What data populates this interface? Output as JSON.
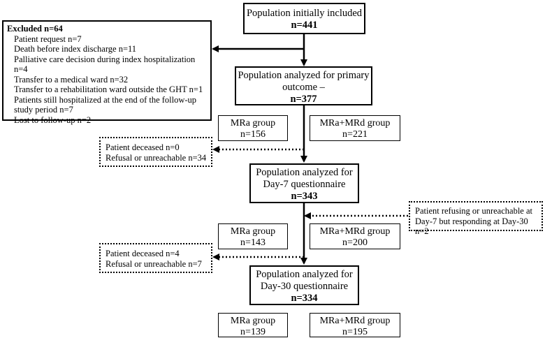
{
  "boxes": {
    "initial": {
      "title": "Population initially included",
      "n": "n=441"
    },
    "excluded": {
      "title": "Excluded n=64",
      "items": [
        "Patient request n=7",
        "Death before index discharge n=11",
        "Palliative care decision during index hospitalization n=4",
        "Transfer to a medical ward n=32",
        "Transfer to a rehabilitation ward outside the GHT n=1",
        "Patients still hospitalized at the end of the follow-up",
        "study period n=7",
        "Lost to follow-up n=2"
      ]
    },
    "primary": {
      "line1": "Population analyzed for primary",
      "line2": "outcome –",
      "n": "n=377"
    },
    "primary_groups": {
      "mra": {
        "label": "MRa group",
        "n": "n=156"
      },
      "mrd": {
        "label": "MRa+MRd group",
        "n": "n=221"
      }
    },
    "lost7": {
      "line1": "Patient deceased n=0",
      "line2": "Refusal or unreachable n=34"
    },
    "day7": {
      "line1": "Population analyzed for",
      "line2": "Day-7 questionnaire",
      "n": "n=343"
    },
    "refusing": {
      "line1": "Patient refusing or unreachable at",
      "line2": "Day-7 but responding at Day-30 n=2"
    },
    "day7_groups": {
      "mra": {
        "label": "MRa group",
        "n": "n=143"
      },
      "mrd": {
        "label": "MRa+MRd group",
        "n": "n=200"
      }
    },
    "lost30": {
      "line1": "Patient deceased n=4",
      "line2": "Refusal or unreachable n=7"
    },
    "day30": {
      "line1": "Population analyzed for",
      "line2": "Day-30 questionnaire",
      "n": "n=334"
    },
    "day30_groups": {
      "mra": {
        "label": "MRa group",
        "n": "n=139"
      },
      "mrd": {
        "label": "MRa+MRd group",
        "n": "n=195"
      }
    }
  }
}
